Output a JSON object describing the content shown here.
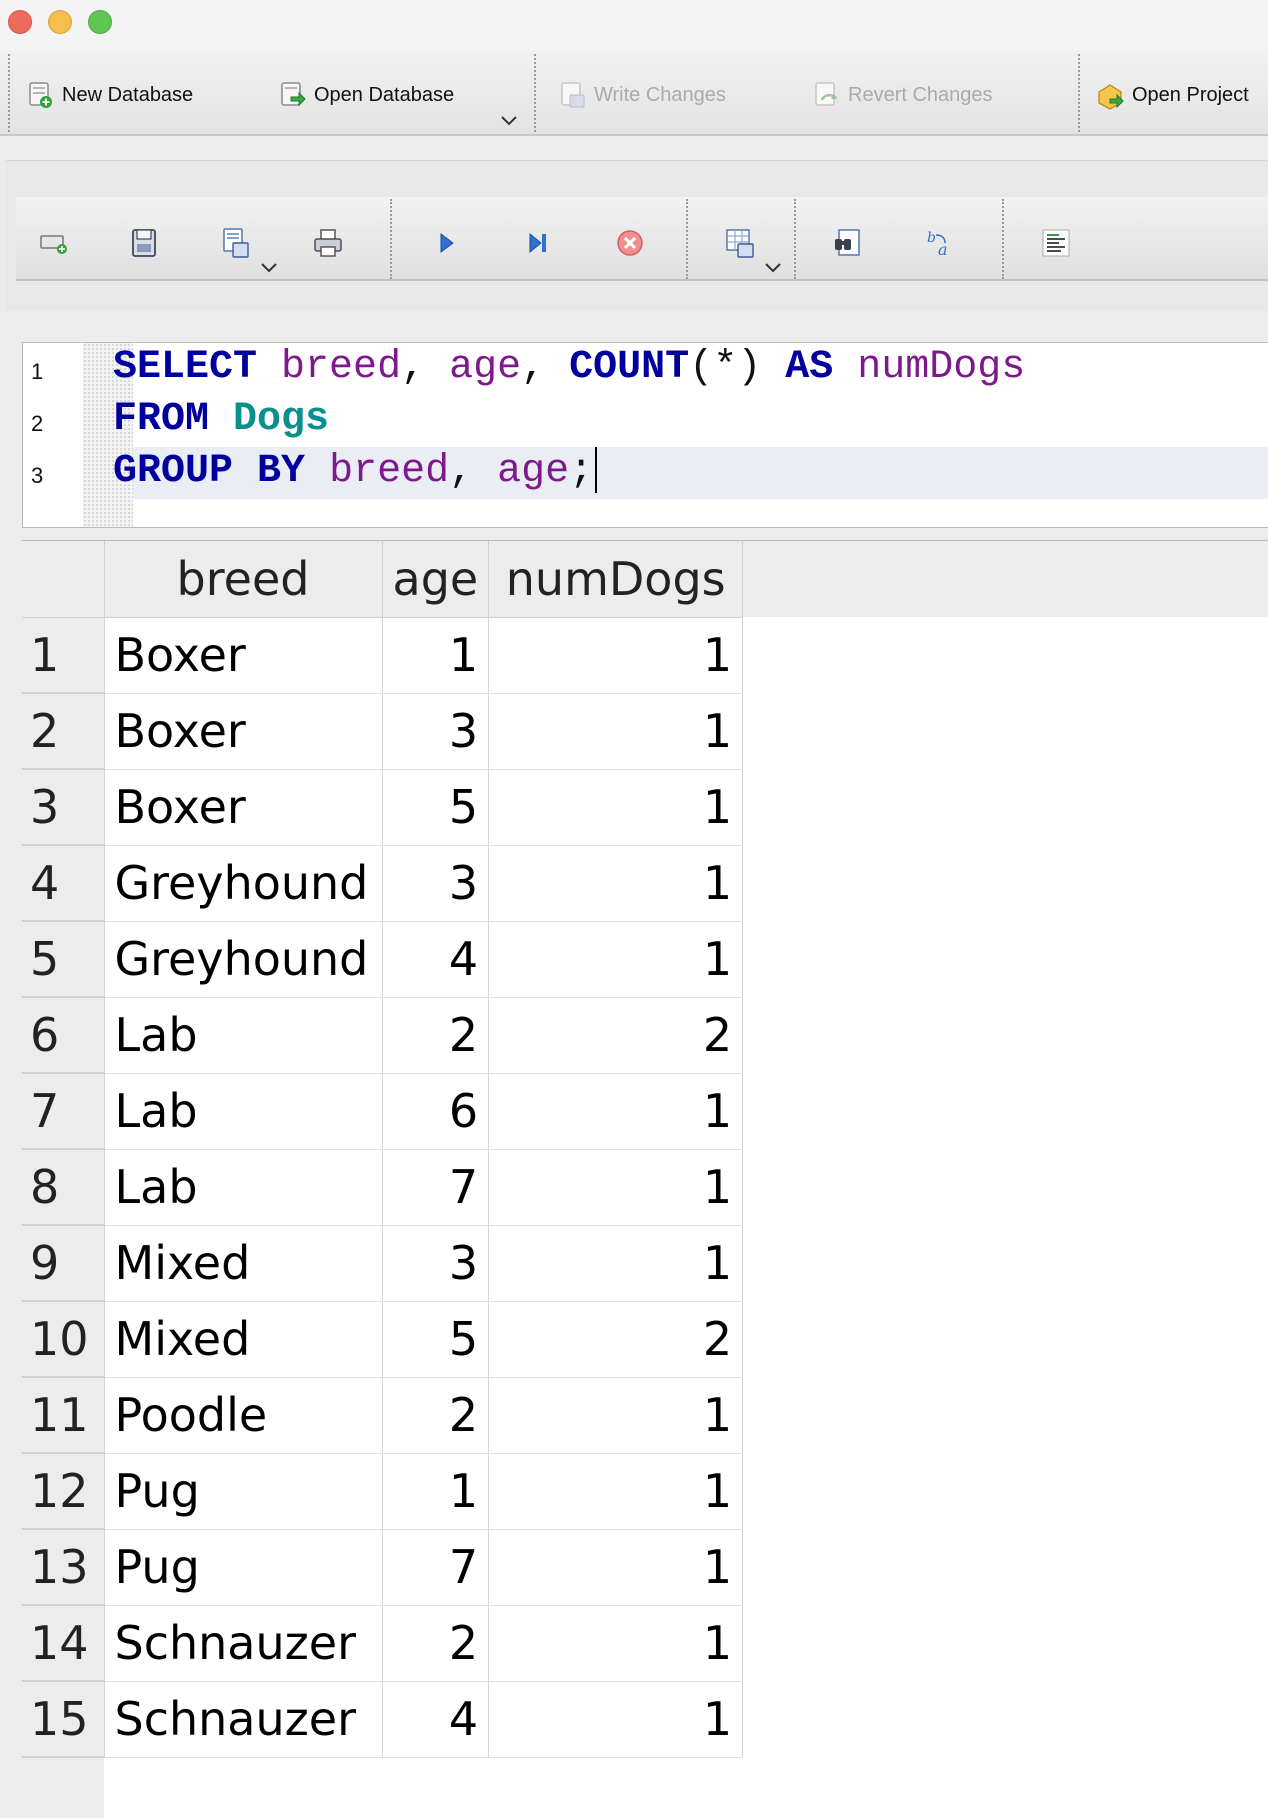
{
  "main_toolbar": {
    "new_database": "New Database",
    "open_database": "Open Database",
    "write_changes": "Write Changes",
    "revert_changes": "Revert Changes",
    "open_project": "Open Project"
  },
  "editor": {
    "line_numbers": [
      "1",
      "2",
      "3"
    ],
    "line1": {
      "k1": "SELECT",
      "a1": "breed",
      "p1": ",",
      "a2": "age",
      "p2": ",",
      "k2": "COUNT",
      "p3": "(*)",
      "k3": "AS",
      "a3": "numDogs"
    },
    "line2": {
      "k1": "FROM",
      "t1": "Dogs"
    },
    "line3": {
      "k1": "GROUP",
      "k2": "BY",
      "a1": "breed",
      "p1": ",",
      "a2": "age",
      "p2": ";"
    }
  },
  "results": {
    "columns": [
      "breed",
      "age",
      "numDogs"
    ],
    "rows": [
      {
        "n": "1",
        "breed": "Boxer",
        "age": "1",
        "numDogs": "1"
      },
      {
        "n": "2",
        "breed": "Boxer",
        "age": "3",
        "numDogs": "1"
      },
      {
        "n": "3",
        "breed": "Boxer",
        "age": "5",
        "numDogs": "1"
      },
      {
        "n": "4",
        "breed": "Greyhound",
        "age": "3",
        "numDogs": "1"
      },
      {
        "n": "5",
        "breed": "Greyhound",
        "age": "4",
        "numDogs": "1"
      },
      {
        "n": "6",
        "breed": "Lab",
        "age": "2",
        "numDogs": "2"
      },
      {
        "n": "7",
        "breed": "Lab",
        "age": "6",
        "numDogs": "1"
      },
      {
        "n": "8",
        "breed": "Lab",
        "age": "7",
        "numDogs": "1"
      },
      {
        "n": "9",
        "breed": "Mixed",
        "age": "3",
        "numDogs": "1"
      },
      {
        "n": "10",
        "breed": "Mixed",
        "age": "5",
        "numDogs": "2"
      },
      {
        "n": "11",
        "breed": "Poodle",
        "age": "2",
        "numDogs": "1"
      },
      {
        "n": "12",
        "breed": "Pug",
        "age": "1",
        "numDogs": "1"
      },
      {
        "n": "13",
        "breed": "Pug",
        "age": "7",
        "numDogs": "1"
      },
      {
        "n": "14",
        "breed": "Schnauzer",
        "age": "2",
        "numDogs": "1"
      },
      {
        "n": "15",
        "breed": "Schnauzer",
        "age": "4",
        "numDogs": "1"
      }
    ]
  },
  "icons": {
    "main": [
      "new-database-icon",
      "open-database-icon",
      "write-changes-icon",
      "revert-changes-icon",
      "open-project-icon"
    ],
    "editor": [
      "open-tab-icon",
      "open-sql-icon",
      "save-sql-icon",
      "print-icon",
      "execute-all-icon",
      "execute-line-icon",
      "stop-execution-icon",
      "save-results-icon",
      "find-icon",
      "find-replace-icon",
      "comment-block-icon"
    ]
  },
  "colors": {
    "keyword": "#00009e",
    "table": "#0a8f8f",
    "identifier": "#7d1a8b",
    "traffic_red": "#ed6a5e",
    "traffic_yellow": "#f5bf4f",
    "traffic_green": "#61c554"
  }
}
